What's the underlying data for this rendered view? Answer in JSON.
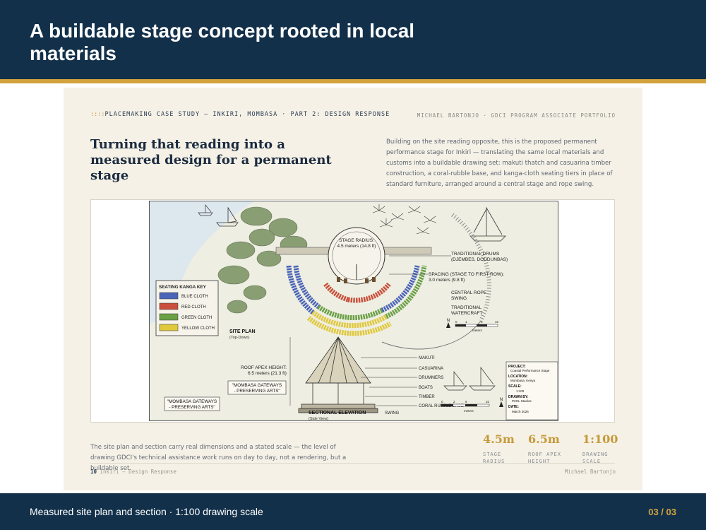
{
  "slide": {
    "title": "A buildable stage concept rooted in local materials",
    "footer_caption": "Measured site plan and section · 1:100 drawing scale",
    "page_indicator": "03 / 03",
    "accent_color": "#d2a33c",
    "header_color": "#12304a"
  },
  "page": {
    "kicker_dots": "::::",
    "kicker": "PLACEMAKING CASE STUDY — INKIRI, MOMBASA · PART 2: DESIGN RESPONSE",
    "author_top": "MICHAEL BARTONJO · GDCI PROGRAM ASSOCIATE PORTFOLIO",
    "title": "Turning that reading into a measured design for a permanent stage",
    "intro": "Building on the site reading opposite, this is the proposed permanent performance stage for Inkiri — translating the same local materials and customs into a buildable drawing set: makuti thatch and casuarina timber construction, a coral-rubble base, and kanga-cloth seating tiers in place of standard furniture, arranged around a central stage and rope swing.",
    "caption": "The site plan and section carry real dimensions and a stated scale — the level of drawing GDCI's technical assistance work runs on day to day, not a rendering, but a buildable set.",
    "stats": [
      {
        "value": "4.5m",
        "label_1": "STAGE",
        "label_2": "RADIUS"
      },
      {
        "value": "6.5m",
        "label_1": "ROOF APEX",
        "label_2": "HEIGHT"
      },
      {
        "value": "1:100",
        "label_1": "DRAWING",
        "label_2": "SCALE"
      }
    ],
    "footer_page_num": "10",
    "footer_left": "Inkiri — Design Response",
    "footer_right": "Michael Bartonjo"
  },
  "drawing": {
    "stage_radius_1": "STAGE RADIUS:",
    "stage_radius_2": "4.5 meters (14.8 ft)",
    "drums_1": "TRADITIONAL DRUMS",
    "drums_2": "(DJEMBES, DOUDUNBAS)",
    "spacing_1": "SPACING (STAGE TO FIRST ROW):",
    "spacing_2": "3.0 meters (9.8 ft)",
    "rope_1": "CENTRAL ROPE",
    "rope_2": "SWING",
    "watercraft_1": "TRADITIONAL",
    "watercraft_2": "WATERCRAFT",
    "key_title": "SEATING KANGA KEY",
    "key_items": [
      "BLUE CLOTH",
      "RED CLOTH",
      "GREEN CLOTH",
      "YELLOW CLOTH"
    ],
    "site_plan": "SITE PLAN",
    "site_plan_sub": "(Top-Down)",
    "north": "N",
    "meters": "meters",
    "scale_ticks_top": [
      "0",
      "1",
      "5",
      "10"
    ],
    "scale_ticks_bottom": [
      "0",
      "2",
      "6",
      "10"
    ],
    "roof_1": "ROOF APEX HEIGHT:",
    "roof_2": "6.5 meters (21.3 ft)",
    "banner_1": "\"MOMBASA GATEWAYS",
    "banner_2": "- PRESERVING ARTS\"",
    "section_labels": [
      "MAKUTI",
      "CASUARINA",
      "DRUMMERS",
      "BOATS",
      "TIMBER",
      "CORAL RUBBLE BASE"
    ],
    "section_title": "SECTIONAL ELEVATION",
    "section_sub": "(Side View)",
    "swing": "SWING",
    "tb_project_label": "PROJECT:",
    "tb_project": "Coastal Performance Stage",
    "tb_location_label": "LOCATION:",
    "tb_location": "Mombasa, Kenya",
    "tb_scale_label": "SCALE:",
    "tb_scale": "1:100",
    "tb_drawn_label": "DRAWN BY:",
    "tb_drawn": "P2GL Studios",
    "tb_date_label": "DATE:",
    "tb_date": "March 2026",
    "seat_colors": {
      "blue": "#4a64b8",
      "red": "#c9503c",
      "green": "#6aa046",
      "yellow": "#e0c83c"
    }
  }
}
